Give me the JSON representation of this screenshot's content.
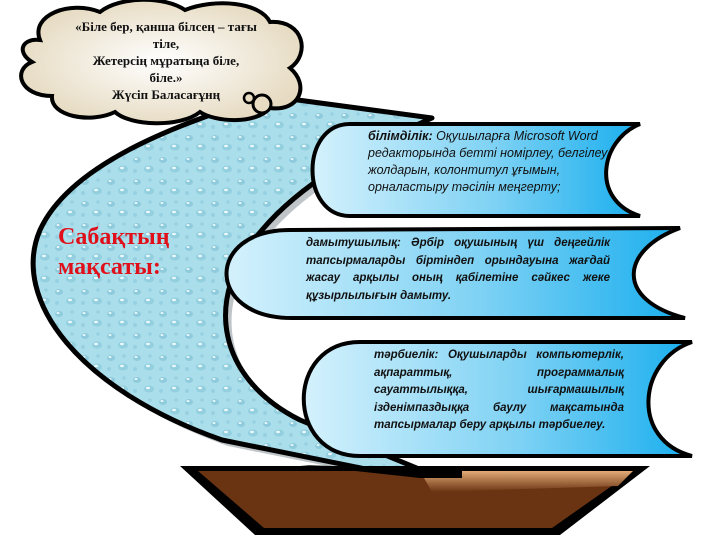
{
  "quote": {
    "lines": [
      "«Біле бер, қанша білсең – тағы",
      "тіле,",
      "Жетерсің мұратыңа біле,",
      "біле.»"
    ],
    "author": "Жүсіп Баласағұнң"
  },
  "title": {
    "line1": "Сабақтың",
    "line2": "мақсаты:"
  },
  "goals": [
    {
      "label": "білімділік:",
      "text": "Оқушыларға Microsoft Word редакторында бетті номірлеу, белгілеу жолдарын, колонтитул ұғымын, орналастыру тәсілін меңгерту;"
    },
    {
      "label": "дамытушылық:",
      "text": "Әрбір оқушының үш деңгейлік тапсырмаларды біртіндеп орындауына жағдай жасау арқылы оның қабілетіне сәйкес жеке құзырлылығын дамыту."
    },
    {
      "label": "тәрбиелік:",
      "text": "Оқушыларды компьютерлік, ақпараттық, программалық сауаттылыққа, шығармашылық ізденімпаздыққа баулу мақсатында тапсырмалар беру арқылы тәрбиелеу."
    }
  ],
  "colors": {
    "sail": "#a8dcea",
    "banner_light": "#cdeefb",
    "banner_dark": "#1bb0ee",
    "hull": "#6a3413",
    "hull_highlight": "#d79a66",
    "cloud": "#efe6d2",
    "title_red": "#e0101a",
    "outline": "#000000"
  }
}
